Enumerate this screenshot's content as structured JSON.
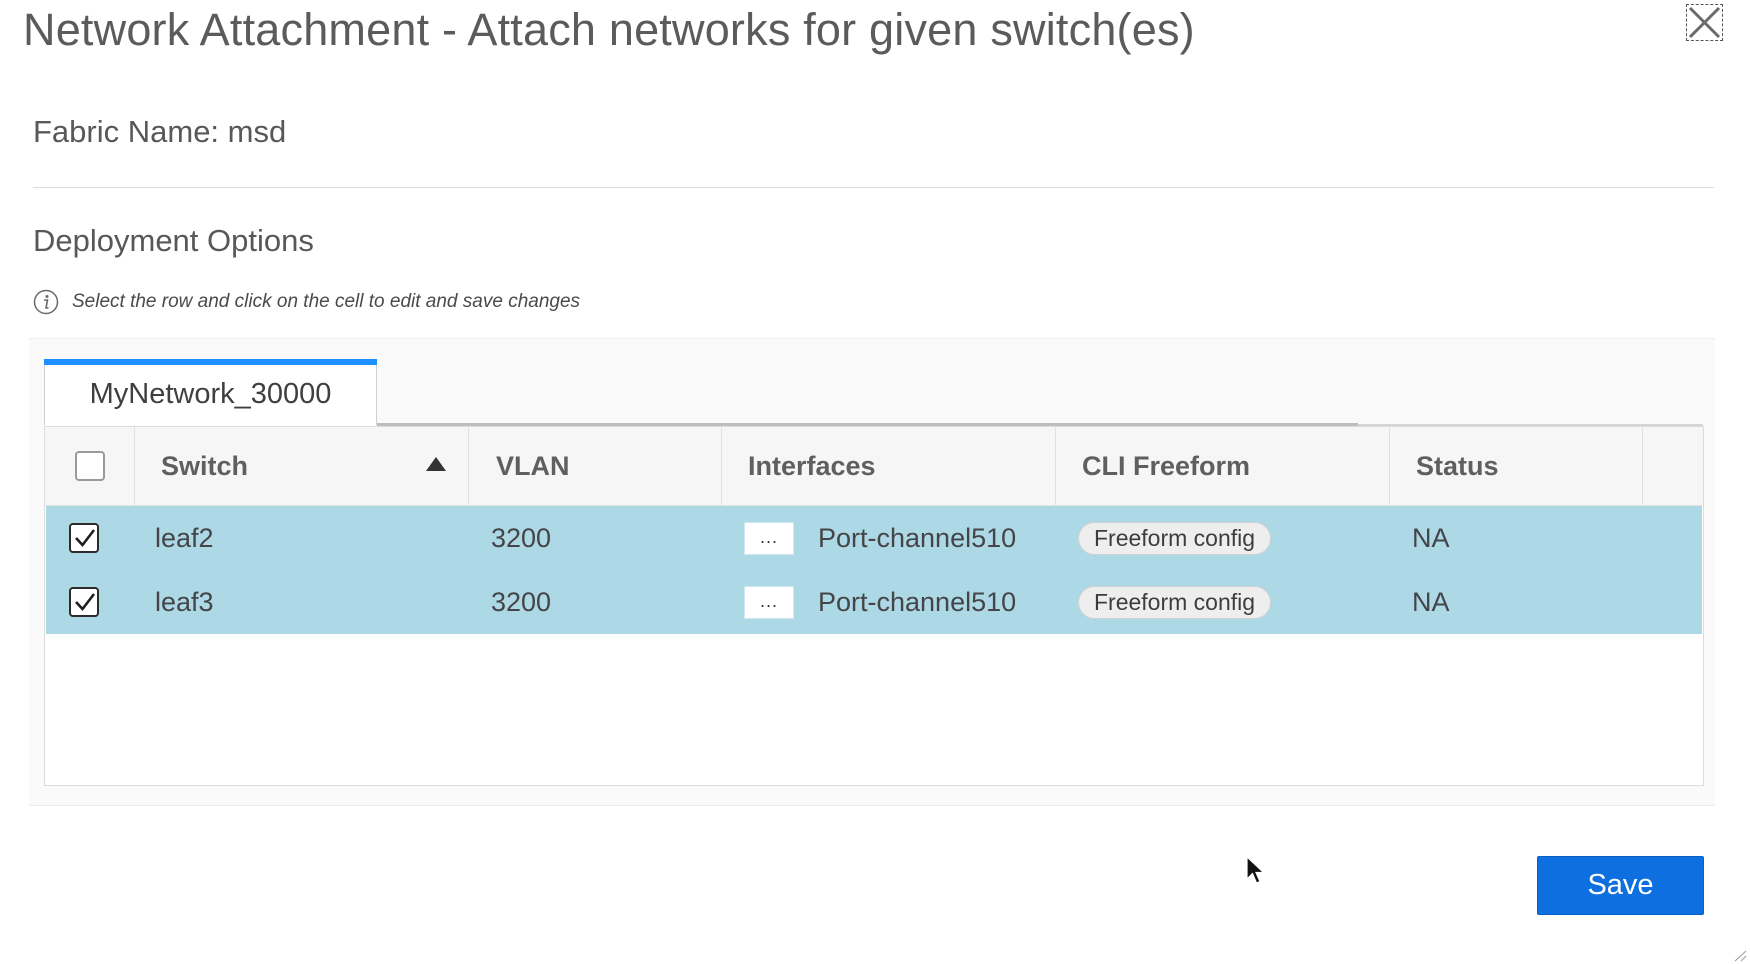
{
  "dialog": {
    "title": "Network Attachment - Attach networks for given switch(es)",
    "fabric_label": "Fabric Name: msd",
    "section_title": "Deployment Options",
    "info_text": "Select the row and click on the cell to edit and save changes",
    "close_icon": "close-icon",
    "info_icon": "info-icon"
  },
  "tabs": [
    {
      "label": "MyNetwork_30000",
      "active": true
    }
  ],
  "table": {
    "columns": [
      {
        "key": "select",
        "label": ""
      },
      {
        "key": "switch",
        "label": "Switch",
        "sort": "ascending"
      },
      {
        "key": "vlan",
        "label": "VLAN"
      },
      {
        "key": "interfaces",
        "label": "Interfaces"
      },
      {
        "key": "cli_freeform",
        "label": "CLI Freeform"
      },
      {
        "key": "status",
        "label": "Status"
      }
    ],
    "header_checked": false,
    "rows": [
      {
        "checked": true,
        "switch": "leaf2",
        "vlan": "3200",
        "interfaces_button": "...",
        "interfaces": "Port-channel510",
        "cli_freeform": "Freeform config",
        "status": "NA"
      },
      {
        "checked": true,
        "switch": "leaf3",
        "vlan": "3200",
        "interfaces_button": "...",
        "interfaces": "Port-channel510",
        "cli_freeform": "Freeform config",
        "status": "NA"
      }
    ]
  },
  "footer": {
    "save_label": "Save"
  },
  "colors": {
    "accent": "#1e90ff",
    "save_button": "#0d6fe0",
    "selected_row": "#add8e6",
    "text": "#58585b"
  }
}
